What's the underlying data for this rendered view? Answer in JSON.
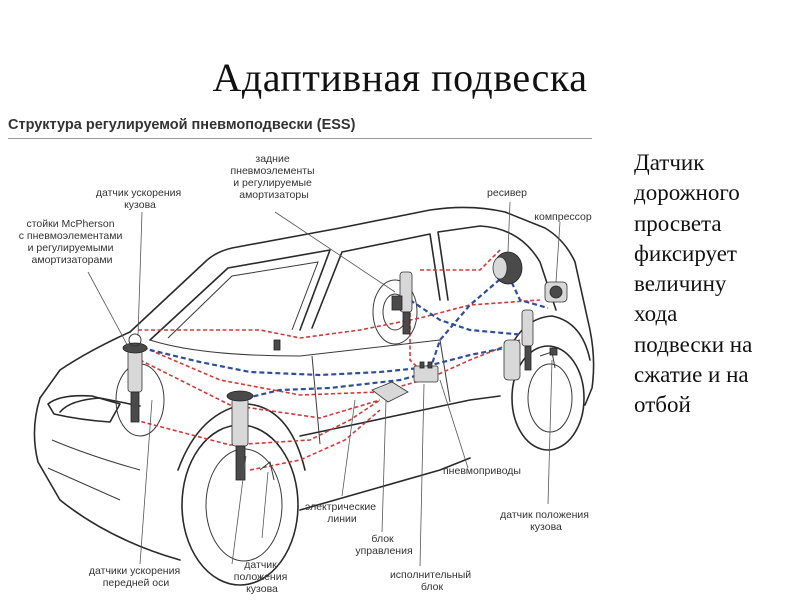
{
  "slide": {
    "title": "Адаптивная подвеска",
    "side_text": "Датчик\nдорожного\nпросвета\nфиксирует\nвеличину\nхода\nподвески на\nсжатие и на\nотбой"
  },
  "figure": {
    "title": "Структура регулируемой пневмоподвески (ESS)",
    "labels": {
      "body_accel_sensor": [
        "датчик ускорения",
        "кузова"
      ],
      "mcpherson_struts": [
        "стойки McPherson",
        "с пневмоэлементами",
        "и регулируемыми",
        "амортизаторами"
      ],
      "rear_air_elements": [
        "задние",
        "пневмоэлементы",
        "и регулируемые",
        "амортизаторы"
      ],
      "receiver": [
        "ресивер"
      ],
      "compressor": [
        "компрессор"
      ],
      "pneumatic_lines": [
        "пневмоприводы"
      ],
      "height_sensor_rear": [
        "датчик положения",
        "кузова"
      ],
      "electric_lines": [
        "электрические",
        "линии"
      ],
      "control_unit": [
        "блок",
        "управления"
      ],
      "actuator_block": [
        "исполнительный",
        "блок"
      ],
      "front_axle_accel": [
        "датчики ускорения",
        "передней оси"
      ],
      "height_sensor_front": [
        "датчик",
        "положения",
        "кузова"
      ]
    },
    "colors": {
      "electric_line": "#d23a3a",
      "pneumatic_line": "#2e4e9c",
      "outline": "#2a2a2a"
    }
  }
}
